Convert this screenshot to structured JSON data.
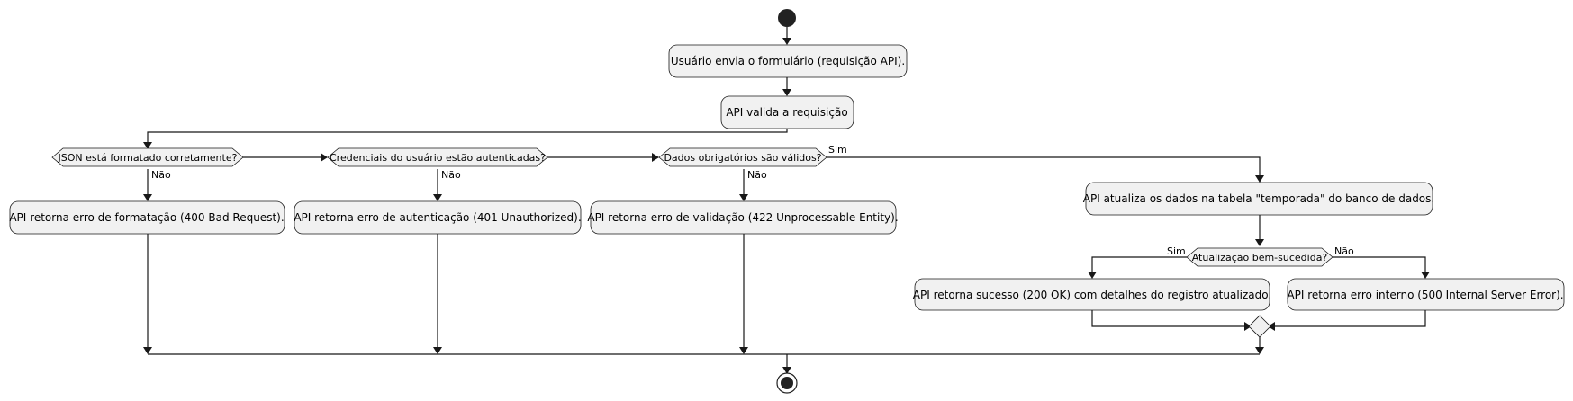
{
  "nodes": {
    "submit_form": "Usuário envia o formulário (requisição API).",
    "validate_request": "API valida a requisição",
    "error_format": "API retorna erro de formatação (400 Bad Request).",
    "error_auth": "API retorna erro de autenticação (401 Unauthorized).",
    "error_validation": "API retorna erro de validação (422 Unprocessable Entity).",
    "update_data": "API atualiza os dados na tabela \"temporada\" do banco de dados.",
    "success": "API retorna sucesso (200 OK) com detalhes do registro atualizado.",
    "internal_error": "API retorna erro interno (500 Internal Server Error)."
  },
  "decisions": {
    "json_format": "JSON está formatado corretamente?",
    "credentials": "Credenciais do usuário estão autenticadas?",
    "required_data": "Dados obrigatórios são válidos?",
    "update_ok": "Atualização bem-sucedida?"
  },
  "labels": {
    "no": "Não",
    "yes": "Sim"
  },
  "colors": {
    "node_fill": "#f1f1f1",
    "stroke": "#181818",
    "start_end": "#222222"
  }
}
